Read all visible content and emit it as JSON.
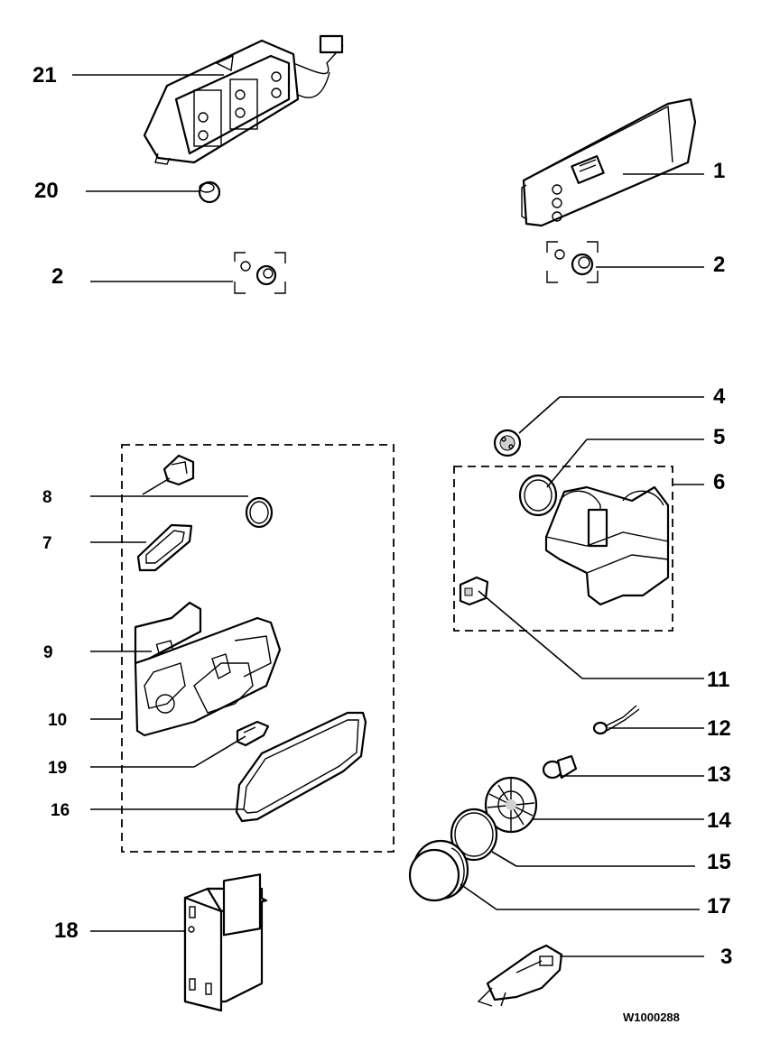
{
  "labels": {
    "p21": "21",
    "p20": "20",
    "p2a": "2",
    "p1": "1",
    "p2b": "2",
    "p4": "4",
    "p5": "5",
    "p6": "6",
    "p8": "8",
    "p7": "7",
    "p9": "9",
    "p10": "10",
    "p19": "19",
    "p16": "16",
    "p11": "11",
    "p12": "12",
    "p13": "13",
    "p14": "14",
    "p15": "15",
    "p17": "17",
    "p18": "18",
    "p3": "3"
  },
  "drawing_code": "W1000288"
}
